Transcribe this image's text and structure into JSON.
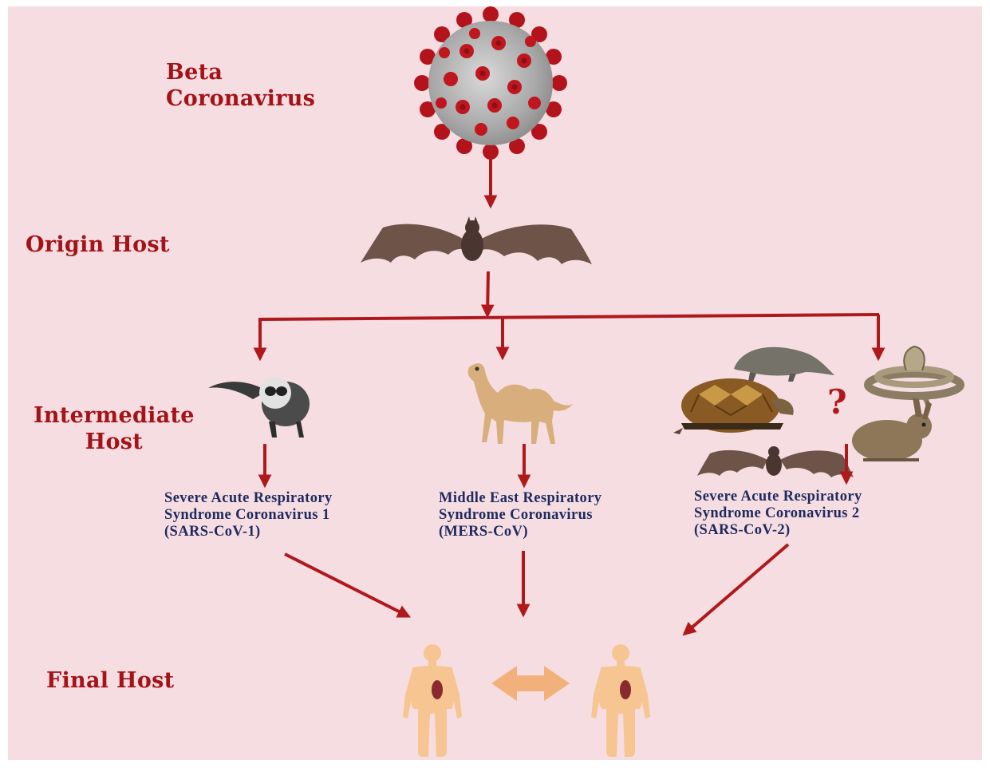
{
  "stages": {
    "beta_line1": "Beta",
    "beta_line2": "Coronavirus",
    "origin": "Origin Host",
    "intermediate_line1": "Intermediate",
    "intermediate_line2": "Host",
    "final": "Final Host"
  },
  "viruses": {
    "sars1": {
      "line1": "Severe Acute Respiratory",
      "line2": "Syndrome Coronavirus 1",
      "line3": "(SARS-CoV-1)"
    },
    "mers": {
      "line1": "Middle East Respiratory",
      "line2": "Syndrome Coronavirus",
      "line3": "(MERS-CoV)"
    },
    "sars2": {
      "line1": "Severe Acute Respiratory",
      "line2": "Syndrome Coronavirus 2",
      "line3": "(SARS-CoV-2)"
    }
  },
  "unknown_marker": "?",
  "colors": {
    "background": "#f6dde1",
    "stage_text": "#a31318",
    "virus_text": "#1f2a5e",
    "arrow": "#b0191c",
    "human": "#f6c592",
    "exchange_arrow": "#f2b07a"
  },
  "icons": [
    "coronavirus-icon",
    "bat-icon",
    "civet-icon",
    "camel-icon",
    "pangolin-icon",
    "turtle-icon",
    "snake-icon",
    "rabbit-icon",
    "human-icon"
  ]
}
